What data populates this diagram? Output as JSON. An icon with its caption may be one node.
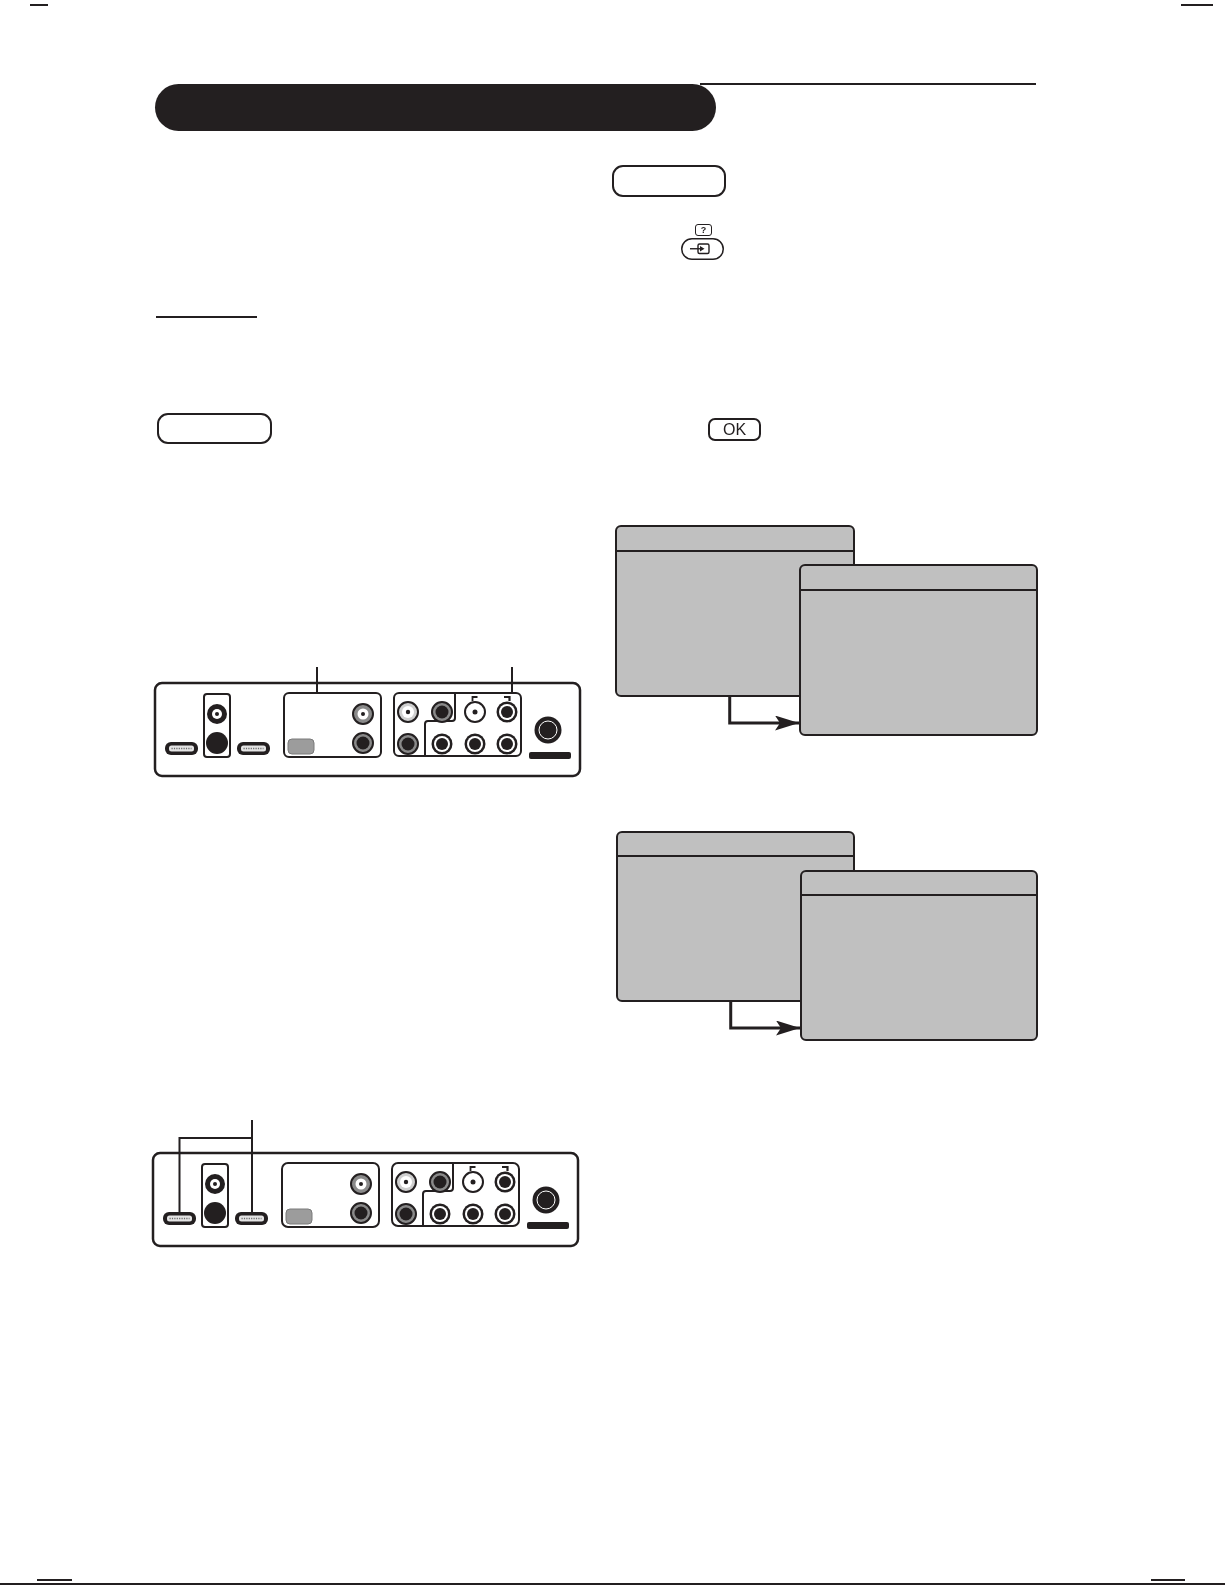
{
  "diagram": {
    "nodes": [
      {
        "text": [],
        "shape": "bar"
      },
      {
        "text": [],
        "shape": "box"
      },
      {
        "text": [],
        "shape": "box"
      },
      {
        "text": [],
        "shape": "picture"
      },
      {
        "text": [],
        "shape": "picture"
      },
      {
        "text": [],
        "shape": "box"
      },
      {
        "text": [],
        "shape": "box"
      },
      {
        "text": [],
        "shape": "box"
      },
      {
        "text": [],
        "shape": "box"
      }
    ],
    "edges": [
      {
        "from": null,
        "to": 1,
        "arrow": "none"
      },
      {
        "from": null,
        "to": 2,
        "arrow": "none"
      },
      {
        "from": null,
        "to": 3,
        "arrow": "none"
      },
      {
        "from": null,
        "to": 4,
        "arrow": "none"
      },
      {
        "from": 5,
        "to": 6,
        "arrow": "to"
      },
      {
        "from": 7,
        "to": 8,
        "arrow": "to"
      }
    ],
    "labels": [
      "?",
      "OK"
    ]
  }
}
